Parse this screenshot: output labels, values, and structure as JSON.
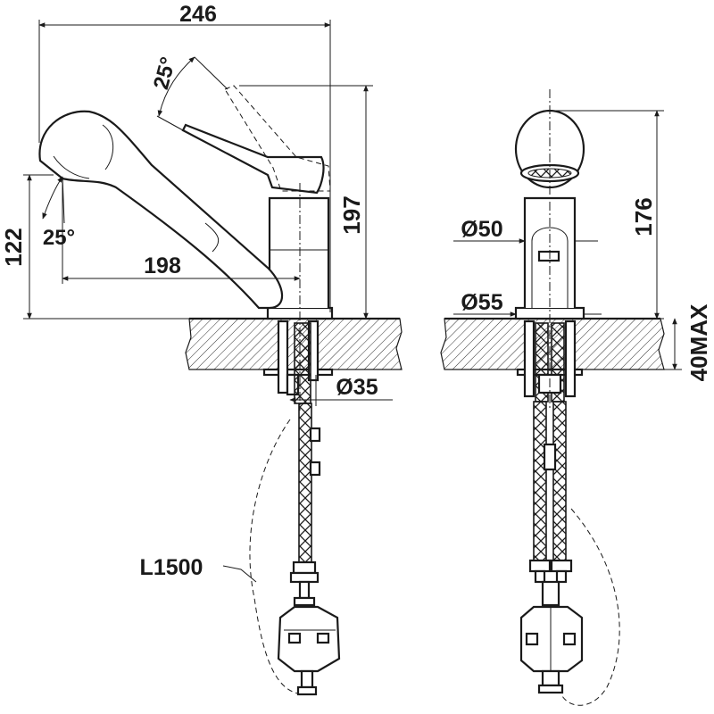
{
  "dimensions": {
    "total_width": "246",
    "spout_angle": "25°",
    "lever_angle": "25°",
    "spout_height": "122",
    "spout_reach": "198",
    "total_height": "197",
    "body_height": "176",
    "body_diameter": "Ø50",
    "base_diameter": "Ø55",
    "hole_diameter": "Ø35",
    "max_thickness": "40MAX",
    "hose_length": "L1500"
  },
  "colors": {
    "line": "#1a1a1a",
    "background": "#ffffff"
  }
}
